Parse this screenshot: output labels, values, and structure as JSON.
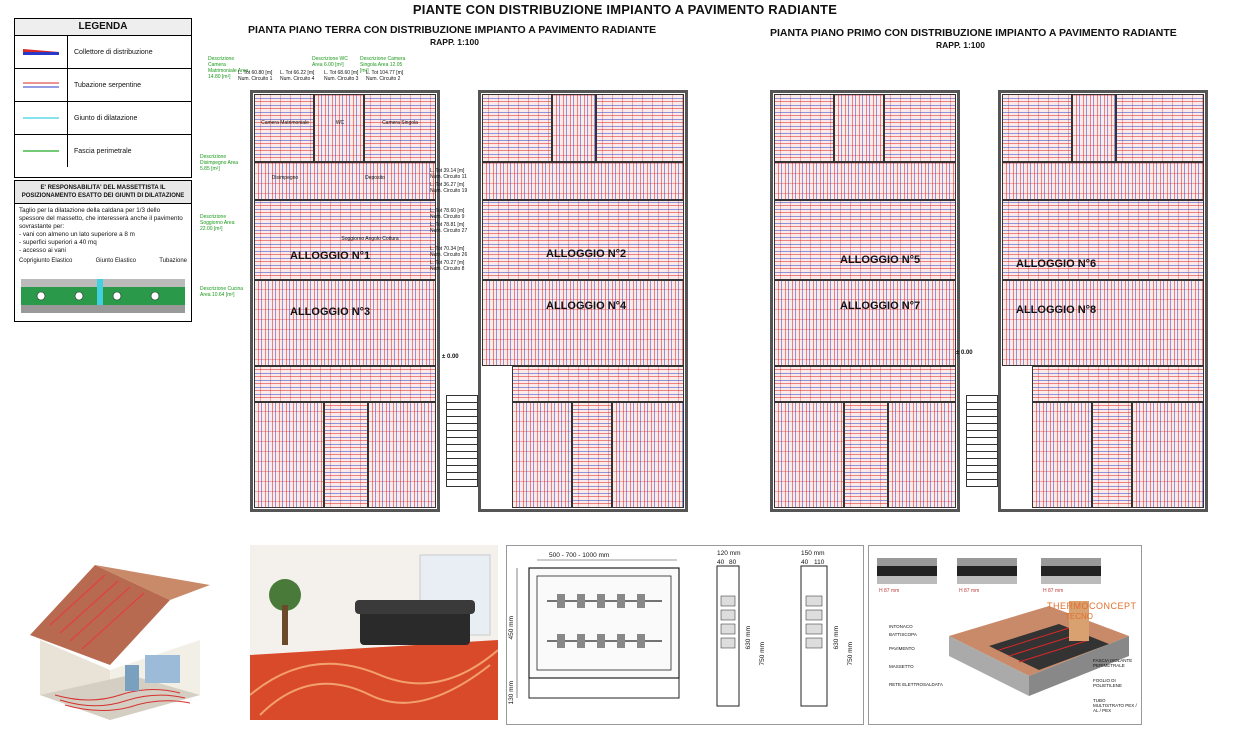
{
  "page_title": "PIANTE CON DISTRIBUZIONE IMPIANTO A PAVIMENTO RADIANTE",
  "plans": [
    {
      "title": "PIANTA PIANO TERRA CON DISTRIBUZIONE IMPIANTO A PAVIMENTO RADIANTE",
      "scale": "RAPP. 1:100",
      "units": [
        "ALLOGGIO N°1",
        "ALLOGGIO N°2",
        "ALLOGGIO N°3",
        "ALLOGGIO N°4"
      ]
    },
    {
      "title": "PIANTA PIANO PRIMO CON DISTRIBUZIONE IMPIANTO A PAVIMENTO RADIANTE",
      "scale": "RAPP. 1:100",
      "units": [
        "ALLOGGIO N°5",
        "ALLOGGIO N°6",
        "ALLOGGIO N°7",
        "ALLOGGIO N°8"
      ]
    }
  ],
  "legend": {
    "title": "LEGENDA",
    "items": [
      {
        "label": "Collettore di distribuzione"
      },
      {
        "label": "Tubazione serpentine"
      },
      {
        "label": "Giunto di dilatazione"
      },
      {
        "label": "Fascia perimetrale"
      }
    ]
  },
  "note": {
    "heading": "E' RESPONSABILITA' DEL MASSETTISTA IL POSIZIONAMENTO ESATTO DEI GIUNTI DI DILATAZIONE",
    "body": "Taglio per la dilatazione della caldana per 1/3 dello spessore del massetto, che interesserà anche il pavimento sovrastante per:",
    "bullets": [
      "- vani con almeno un lato superiore a 8 m",
      "- superfici superiori a 40 mq",
      "- accesso ai vani"
    ],
    "labels": [
      "Coprigiunto Elastico",
      "Giunto Elastico",
      "Tubazione"
    ]
  },
  "plan_labels": {
    "rooms": [
      "Camera Matrimoniale",
      "WC",
      "Camera Singola",
      "Soggiorno Angolo Cottura",
      "Disimpegno",
      "Deposito"
    ],
    "circuit_samples": [
      "L. Tot 60.80 [m] Num. Circuito 1",
      "L. Tot 66.22 [m] Num. Circuito 4",
      "L. Tot 68.60 [m] Num. Circuito 3",
      "L. Tot 104.77 [m] Num. Circuito 2",
      "L. Tot 39.14 [m] Num. Circuito 11",
      "L. Tot 36.27 [m] Num. Circuito 19",
      "L. Tot 78.60 [m] Num. Circuito 9",
      "L. Tot 78.81 [m] Num. Circuito 27",
      "L. Tot 70.34 [m] Num. Circuito 26",
      "L. Tot 70.27 [m] Num. Circuito 8"
    ],
    "green_samples": [
      "Descrizione Camera Matrimoniale Area 14.80 [m²]",
      "Descrizione WC Area 6.00 [m²]",
      "Descrizione Camera Singola Area 12.05 [m²]",
      "Descrizione Disimpegno Area 5.85 [m²]",
      "Descrizione Soggiorno Area 22.00 [m²]",
      "Descrizione Cucina Area 10.64 [m²]"
    ],
    "elevation": "± 0.00"
  },
  "cabinet": {
    "width_label": "500 - 700 - 1000 mm",
    "height_top": "450 mm",
    "height_bottom": "130 mm",
    "side1_top": "120 mm",
    "side1_a": "40",
    "side1_b": "80",
    "side1_h1": "630 mm",
    "side1_h2": "750 mm",
    "side2_top": "150 mm",
    "side2_a": "40",
    "side2_b": "110",
    "side2_h1": "630 mm",
    "side2_h2": "750 mm"
  },
  "section": {
    "brand": "THERMOCONCEPT",
    "brand_sub": "TECNO",
    "layers_left": [
      "INTONACO",
      "BATTISCOPA",
      "PAVIMENTO",
      "MASSETTO",
      "RETE ELETTROSALDATA"
    ],
    "layers_right": [
      "FASCIA ISOLANTE PERIMETRALE",
      "FOGLIO DI POLIETILENE",
      "TUBO MULTISTRATO PEX / AL / PEX"
    ],
    "samples": [
      "H 87 mm",
      "H 87 mm",
      "H 87 mm"
    ]
  },
  "colors": {
    "pipe_red": "#d82828",
    "pipe_blue": "#2838c8",
    "green_line": "#22aa22",
    "joint_cyan": "#40d0e0"
  }
}
